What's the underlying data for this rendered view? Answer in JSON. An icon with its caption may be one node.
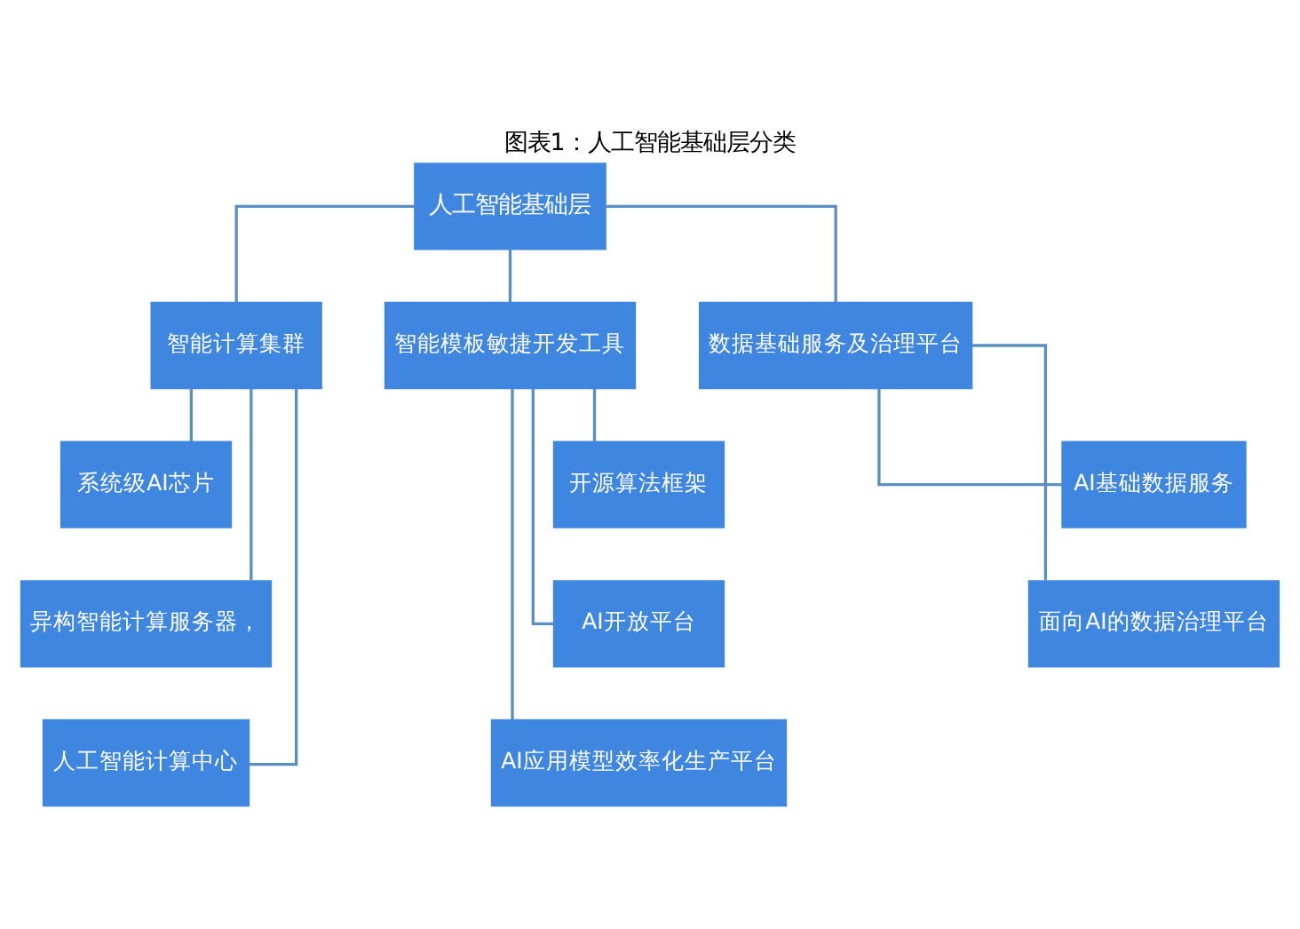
{
  "diagram": {
    "title": "图表1：人工智能基础层分类",
    "nodes": [
      {
        "text": [
          "人工智能基础层"
        ]
      },
      {
        "text": [
          "智能计算集群"
        ]
      },
      {
        "text": [
          "智能模板敏捷开发工具"
        ]
      },
      {
        "text": [
          "数据基础服务及治理平台"
        ]
      },
      {
        "text": [
          "系统级AI芯片"
        ]
      },
      {
        "text": [
          "异构智能计算服务器，"
        ]
      },
      {
        "text": [
          "人工智能计算中心"
        ]
      },
      {
        "text": [
          "开源算法框架"
        ]
      },
      {
        "text": [
          "AI开放平台"
        ]
      },
      {
        "text": [
          "AI应用模型效率化生产平台"
        ]
      },
      {
        "text": [
          "AI基础数据服务"
        ]
      },
      {
        "text": [
          "面向AI的数据治理平台"
        ]
      }
    ],
    "edges": [
      {
        "from": 0,
        "to": 1,
        "arrow": "none"
      },
      {
        "from": 0,
        "to": 2,
        "arrow": "none"
      },
      {
        "from": 0,
        "to": 3,
        "arrow": "none"
      },
      {
        "from": 1,
        "to": 4,
        "arrow": "none"
      },
      {
        "from": 1,
        "to": 5,
        "arrow": "none"
      },
      {
        "from": 1,
        "to": 6,
        "arrow": "none"
      },
      {
        "from": 2,
        "to": 7,
        "arrow": "none"
      },
      {
        "from": 2,
        "to": 8,
        "arrow": "none"
      },
      {
        "from": 2,
        "to": 9,
        "arrow": "none"
      },
      {
        "from": 3,
        "to": 10,
        "arrow": "none"
      },
      {
        "from": 3,
        "to": 11,
        "arrow": "none"
      }
    ]
  }
}
